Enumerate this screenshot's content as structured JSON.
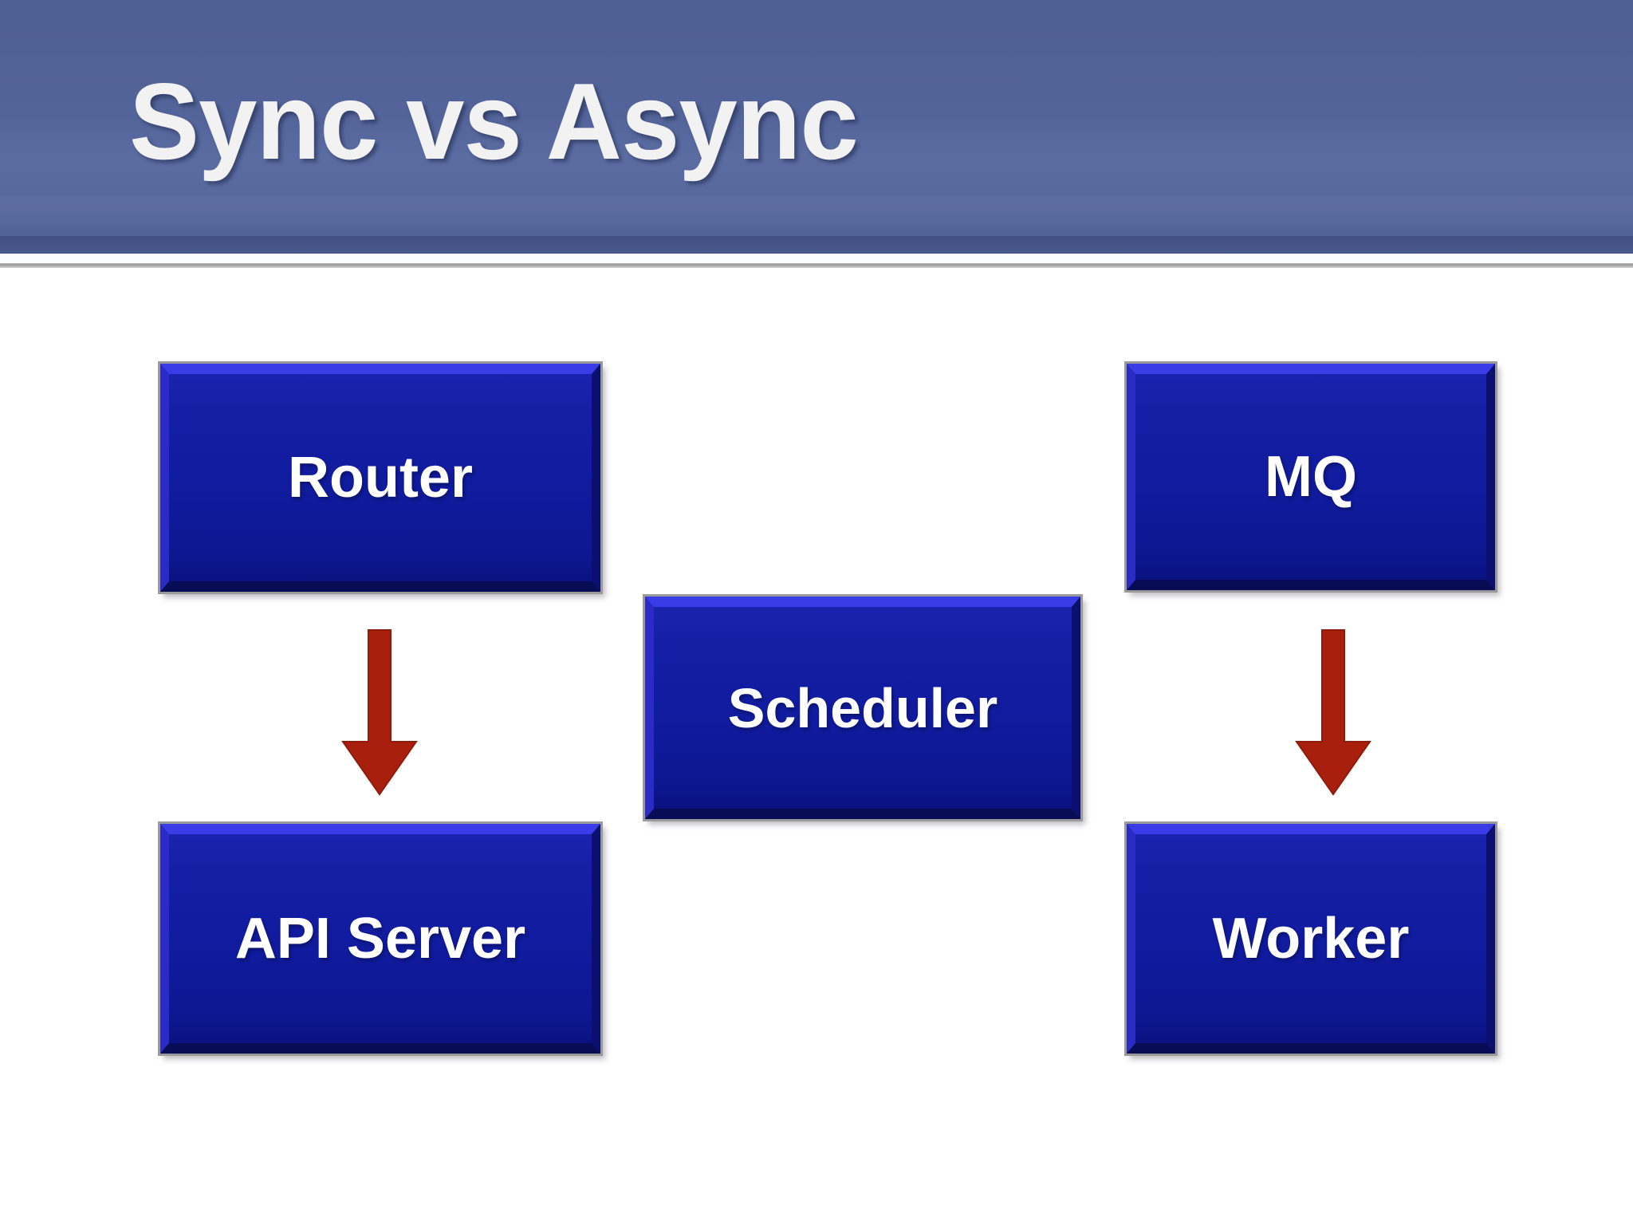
{
  "slide": {
    "title": "Sync vs Async",
    "background_color": "#ffffff",
    "banner_color": "#53649a",
    "title_color": "#f2f2f2"
  },
  "diagram": {
    "type": "flow-diagram",
    "node_fill_color": "#14209c",
    "node_border_color": "#9a9a9a",
    "node_text_color": "#ffffff",
    "arrow_color": "#a8200d",
    "nodes": [
      {
        "id": "router",
        "label": "Router"
      },
      {
        "id": "api",
        "label": "API Server"
      },
      {
        "id": "scheduler",
        "label": "Scheduler"
      },
      {
        "id": "mq",
        "label": "MQ"
      },
      {
        "id": "worker",
        "label": "Worker"
      }
    ],
    "arrows": [
      {
        "id": "router-to-api",
        "from": "router",
        "to": "api",
        "direction": "down"
      },
      {
        "id": "mq-to-worker",
        "from": "mq",
        "to": "worker",
        "direction": "down"
      }
    ]
  }
}
